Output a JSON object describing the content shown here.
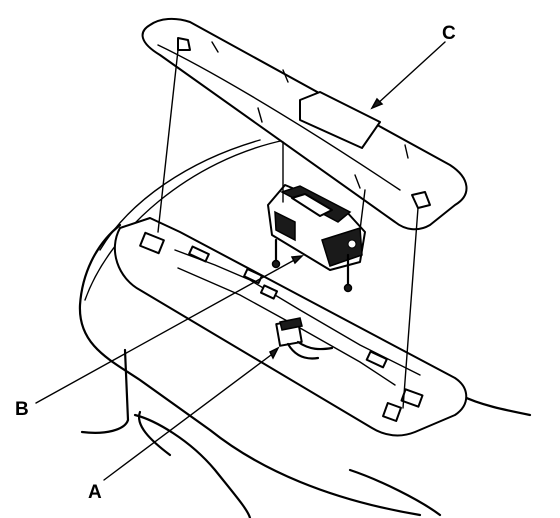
{
  "diagram": {
    "callouts": [
      {
        "id": "A",
        "text": "A"
      },
      {
        "id": "B",
        "text": "B"
      },
      {
        "id": "C",
        "text": "C"
      }
    ]
  }
}
